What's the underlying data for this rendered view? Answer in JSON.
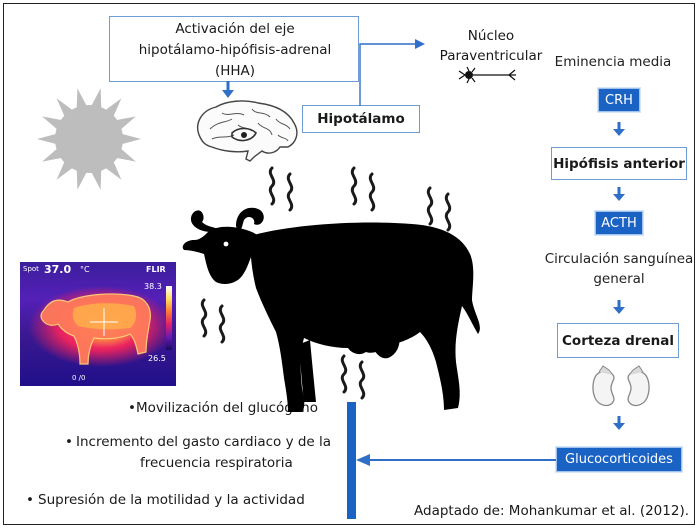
{
  "diagram": {
    "hha_box": {
      "line1": "Activación del eje",
      "line2": "hipotálamo-hipófisis-adrenal",
      "line3": "(HHA)"
    },
    "hypothalamus_label": "Hipotálamo",
    "nucleus_label": {
      "line1": "Núcleo",
      "line2": "Paraventricular"
    },
    "pathway": {
      "median_eminence": "Eminencia media",
      "crh": "CRH",
      "anterior_pituitary": "Hipófisis anterior",
      "acth": "ACTH",
      "circulation": {
        "line1": "Circulación sanguínea",
        "line2": "general"
      },
      "adrenal_cortex": "Corteza drenal",
      "glucocorticoids": "Glucocorticoides"
    },
    "effects": [
      {
        "line1": "Movilización del glucógeno",
        "line2": ""
      },
      {
        "line1": "Incremento del gasto cardiaco y de la",
        "line2": "frecuencia respiratoria"
      },
      {
        "line1": "Supresión de la motilidad y la actividad",
        "line2": ""
      }
    ],
    "thermal_image": {
      "top_left": "Spot",
      "temp": "37.0",
      "unit": "°C",
      "brand": "FLIR",
      "scale_max": "38.3",
      "scale_min": "26.5",
      "bottom_mid": "0 /0"
    },
    "citation": "Adaptado de: Mohankumar et al. (2012).",
    "colors": {
      "accent_blue": "#1a63c4",
      "arrow_blue": "#2f6fc7",
      "box_border": "#6f9bd6",
      "sun_gray": "#bdbdbd",
      "animal": "#000000"
    }
  }
}
